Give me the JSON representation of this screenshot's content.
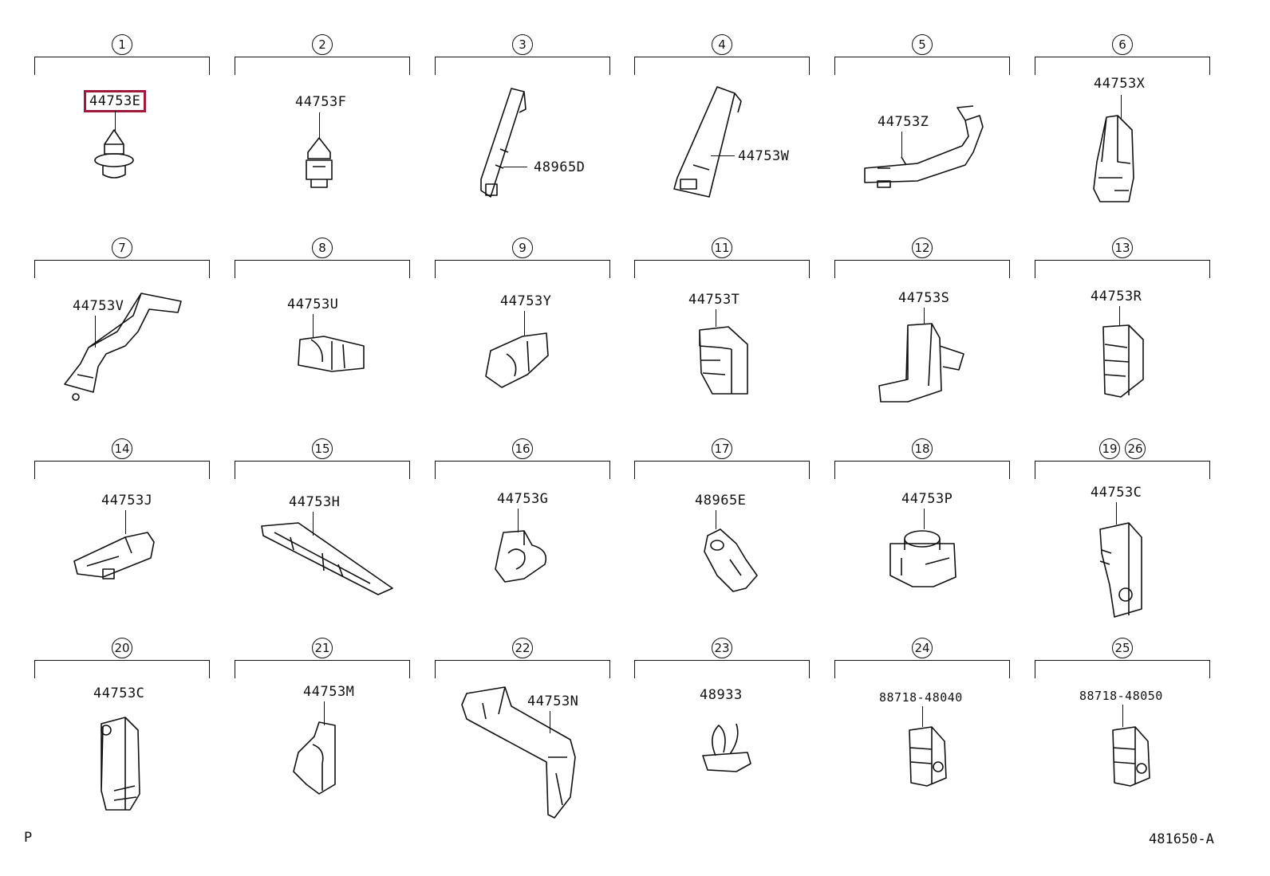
{
  "cells": [
    {
      "refs": [
        "1"
      ],
      "code": "44753E",
      "highlight": true
    },
    {
      "refs": [
        "2"
      ],
      "code": "44753F"
    },
    {
      "refs": [
        "3"
      ],
      "code": "48965D"
    },
    {
      "refs": [
        "4"
      ],
      "code": "44753W"
    },
    {
      "refs": [
        "5"
      ],
      "code": "44753Z"
    },
    {
      "refs": [
        "6"
      ],
      "code": "44753X"
    },
    {
      "refs": [
        "7"
      ],
      "code": "44753V"
    },
    {
      "refs": [
        "8"
      ],
      "code": "44753U"
    },
    {
      "refs": [
        "9"
      ],
      "code": "44753Y"
    },
    {
      "refs": [
        "11"
      ],
      "code": "44753T"
    },
    {
      "refs": [
        "12"
      ],
      "code": "44753S"
    },
    {
      "refs": [
        "13"
      ],
      "code": "44753R"
    },
    {
      "refs": [
        "14"
      ],
      "code": "44753J"
    },
    {
      "refs": [
        "15"
      ],
      "code": "44753H"
    },
    {
      "refs": [
        "16"
      ],
      "code": "44753G"
    },
    {
      "refs": [
        "17"
      ],
      "code": "48965E"
    },
    {
      "refs": [
        "18"
      ],
      "code": "44753P"
    },
    {
      "refs": [
        "19",
        "26"
      ],
      "code": "44753C"
    },
    {
      "refs": [
        "20"
      ],
      "code": "44753C"
    },
    {
      "refs": [
        "21"
      ],
      "code": "44753M"
    },
    {
      "refs": [
        "22"
      ],
      "code": "44753N"
    },
    {
      "refs": [
        "23"
      ],
      "code": "48933"
    },
    {
      "refs": [
        "24"
      ],
      "code": "88718-48040"
    },
    {
      "refs": [
        "25"
      ],
      "code": "88718-48050"
    }
  ],
  "footer": {
    "left": "P",
    "right": "481650-A"
  },
  "colors": {
    "highlight": "#a0193a",
    "line": "#111111"
  }
}
